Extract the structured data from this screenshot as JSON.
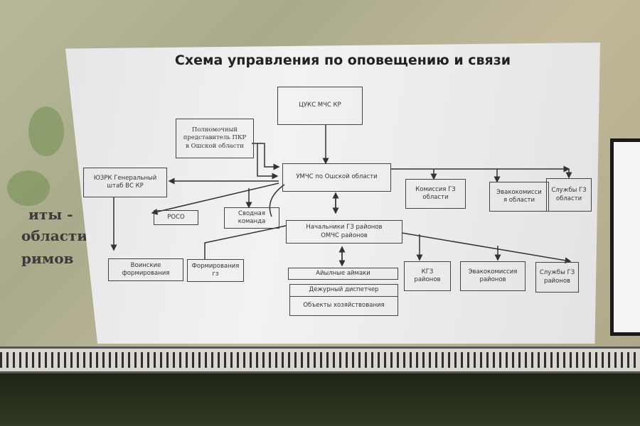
{
  "title": "Схема управления по оповещению и связи",
  "map_labels": [
    "иты -",
    "области",
    "римов"
  ],
  "nodes": {
    "cuks": "ЦУКС МЧС КР",
    "rep": "Полномочный\nпредставитель ПКР\nв  Ошской области",
    "umchs": "УМЧС по Ошской области",
    "uzrk": "ЮЗРК Генеральный\nштаб ВС КР",
    "roso": "РОСО",
    "svodnaya": "Сводная\nкоманда",
    "komissiya": "Комиссия ГЗ\nобласти",
    "evako_obl": "Эвакокомисси\nя области",
    "sluzhby_obl": "Службы ГЗ\nобласти",
    "nachalniki": "Начальники ГЗ районов\nОМЧС районов",
    "voinskie": "Воинские\nформирования",
    "formirovaniya": "Формирования\nгз",
    "aiyl": "Айылные аймаки",
    "dispatcher": "Дежурный диспетчер",
    "obekty": "Объекты хозяйствования",
    "kgz": "КГЗ\nрайонов",
    "evako_rai": "Эвакокомиссия\nрайонов",
    "sluzhby_rai": "Службы ГЗ\nрайонов"
  }
}
